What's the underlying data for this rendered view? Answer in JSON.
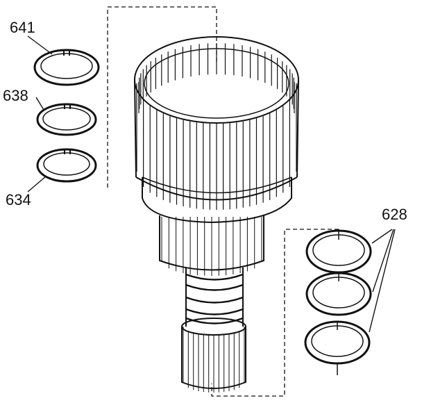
{
  "labels": {
    "ring_641": "641",
    "ring_638": "638",
    "ring_634": "634",
    "rings_628": "628"
  },
  "colors": {
    "ink": "#111111",
    "paper": "#ffffff"
  }
}
